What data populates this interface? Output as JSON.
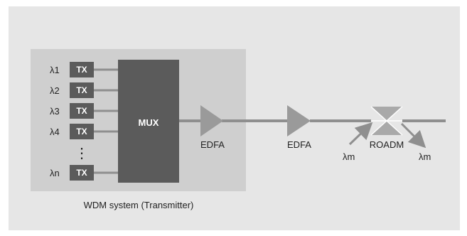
{
  "diagram": {
    "title": "WDM system (Transmitter)",
    "mux_label": "MUX",
    "tx_label": "TX",
    "channels": [
      {
        "label": "λ1"
      },
      {
        "label": "λ2"
      },
      {
        "label": "λ3"
      },
      {
        "label": "λ4"
      },
      {
        "label": "λn"
      }
    ],
    "ellipsis": "⋮",
    "amplifiers": [
      {
        "label": "EDFA"
      },
      {
        "label": "EDFA"
      }
    ],
    "roadm": {
      "label": "ROADM",
      "add_label": "λm",
      "drop_label": "λm"
    }
  },
  "colors": {
    "background": "#e6e6e6",
    "system_box": "#cfcfcf",
    "mux": "#5b5b5b",
    "tx": "#5b5b5b",
    "fiber": "#8f8f8f",
    "edfa": "#9a9a9a",
    "roadm": "#a9a9a9",
    "text": "#222222"
  }
}
